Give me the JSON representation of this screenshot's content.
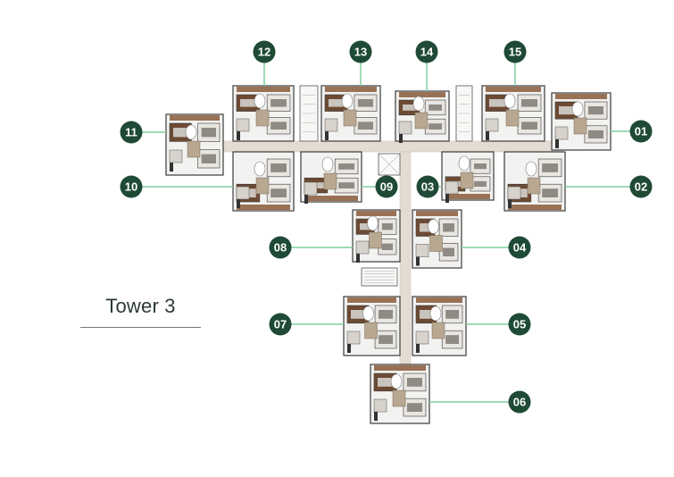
{
  "title": "Tower 3",
  "colors": {
    "badge_fill": "#1f4a35",
    "badge_text": "#ffffff",
    "connector": "#7fcfa0",
    "corridor": "#e4dcd2",
    "wood": "#8a5a3a",
    "wall": "#3b3b3b",
    "floor": "#f2f2f0"
  },
  "units": [
    {
      "id": "01",
      "label": "01"
    },
    {
      "id": "02",
      "label": "02"
    },
    {
      "id": "03",
      "label": "03"
    },
    {
      "id": "04",
      "label": "04"
    },
    {
      "id": "05",
      "label": "05"
    },
    {
      "id": "06",
      "label": "06"
    },
    {
      "id": "07",
      "label": "07"
    },
    {
      "id": "08",
      "label": "08"
    },
    {
      "id": "09",
      "label": "09"
    },
    {
      "id": "10",
      "label": "10"
    },
    {
      "id": "11",
      "label": "11"
    },
    {
      "id": "12",
      "label": "12"
    },
    {
      "id": "13",
      "label": "13"
    },
    {
      "id": "14",
      "label": "14"
    },
    {
      "id": "15",
      "label": "15"
    }
  ]
}
